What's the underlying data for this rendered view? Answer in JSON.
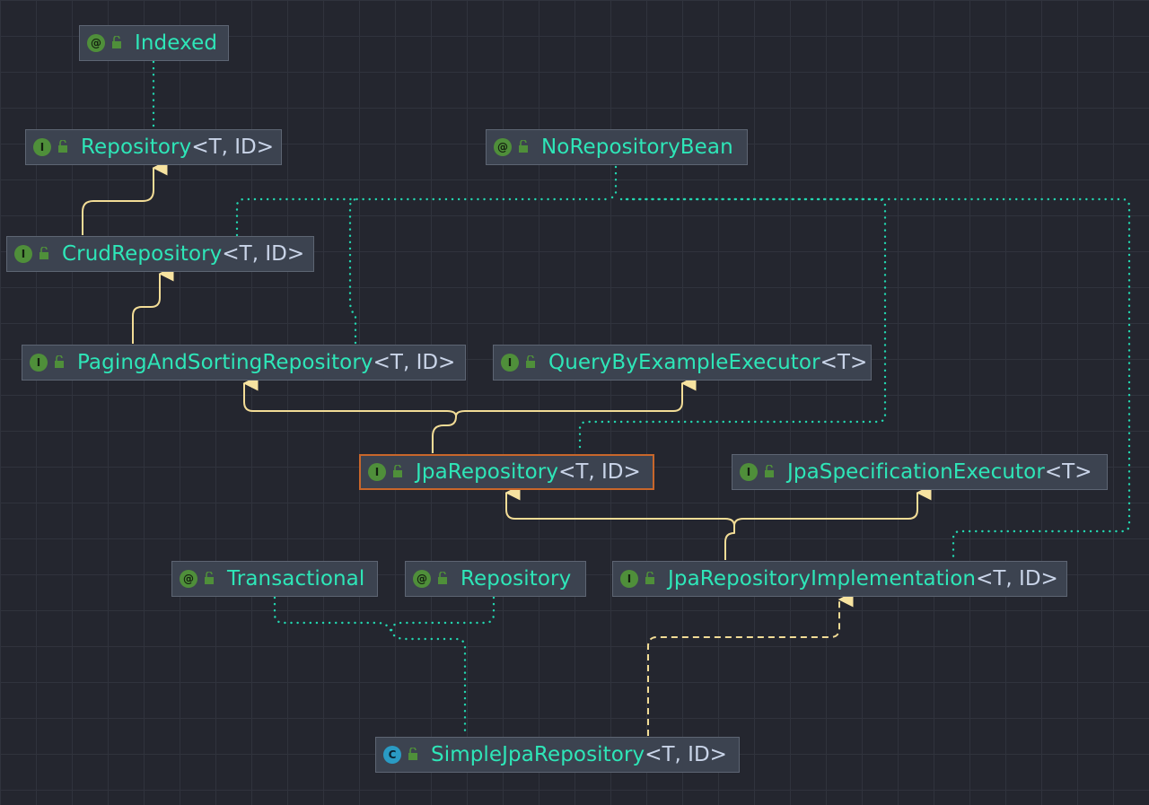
{
  "nodes": {
    "indexed": {
      "kind": "@",
      "name": "Indexed",
      "generic": ""
    },
    "repository": {
      "kind": "I",
      "name": "Repository",
      "generic": "<T, ID>"
    },
    "norepositorybean": {
      "kind": "@",
      "name": "NoRepositoryBean",
      "generic": ""
    },
    "crudrepository": {
      "kind": "I",
      "name": "CrudRepository",
      "generic": "<T, ID>"
    },
    "pagingandsorting": {
      "kind": "I",
      "name": "PagingAndSortingRepository",
      "generic": "<T, ID>"
    },
    "querybyexample": {
      "kind": "I",
      "name": "QueryByExampleExecutor",
      "generic": "<T>"
    },
    "jparepository": {
      "kind": "I",
      "name": "JpaRepository",
      "generic": "<T, ID>"
    },
    "jpaspecification": {
      "kind": "I",
      "name": "JpaSpecificationExecutor",
      "generic": "<T>"
    },
    "transactional": {
      "kind": "@",
      "name": "Transactional",
      "generic": ""
    },
    "repositoryannotation": {
      "kind": "@",
      "name": "Repository",
      "generic": ""
    },
    "jparepositoryimpl": {
      "kind": "I",
      "name": "JpaRepositoryImplementation",
      "generic": "<T, ID>"
    },
    "simplejparepository": {
      "kind": "C",
      "name": "SimpleJpaRepository",
      "generic": "<T, ID>"
    }
  },
  "edges": [
    {
      "from": "crudrepository",
      "to": "repository",
      "style": "extends"
    },
    {
      "from": "pagingandsorting",
      "to": "crudrepository",
      "style": "extends"
    },
    {
      "from": "jparepository",
      "to": "pagingandsorting",
      "style": "extends"
    },
    {
      "from": "jparepository",
      "to": "querybyexample",
      "style": "extends"
    },
    {
      "from": "jparepositoryimpl",
      "to": "jparepository",
      "style": "extends"
    },
    {
      "from": "jparepositoryimpl",
      "to": "jpaspecification",
      "style": "extends"
    },
    {
      "from": "simplejparepository",
      "to": "jparepositoryimpl",
      "style": "implements"
    },
    {
      "from": "repository",
      "to": "indexed",
      "style": "annotation"
    },
    {
      "from": "crudrepository",
      "to": "norepositorybean",
      "style": "annotation"
    },
    {
      "from": "pagingandsorting",
      "to": "norepositorybean",
      "style": "annotation"
    },
    {
      "from": "jparepository",
      "to": "norepositorybean",
      "style": "annotation"
    },
    {
      "from": "jparepositoryimpl",
      "to": "norepositorybean",
      "style": "annotation"
    },
    {
      "from": "simplejparepository",
      "to": "transactional",
      "style": "annotation"
    },
    {
      "from": "simplejparepository",
      "to": "repositoryannotation",
      "style": "annotation"
    }
  ],
  "colors": {
    "background": "#24262f",
    "node_fill": "#3c4350",
    "node_border": "#5d6573",
    "selected_border": "#c8662b",
    "name_text": "#2ee6b8",
    "generic_text": "#c9d4e8",
    "extends_line": "#f2dc96",
    "annotation_line": "#22d7b0",
    "interface_badge": "#4f8f3a",
    "class_badge": "#2a9bc4"
  },
  "icons": {
    "interface": "interface-i-icon",
    "annotation": "annotation-at-icon",
    "class": "class-c-icon",
    "visibility": "unlock-icon"
  }
}
